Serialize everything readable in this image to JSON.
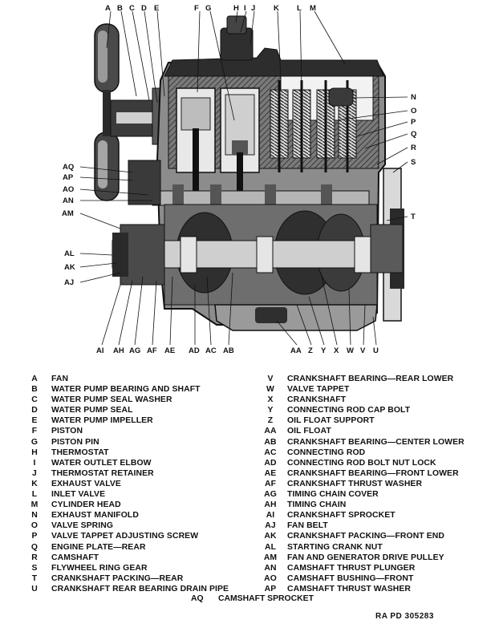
{
  "callouts": {
    "top": [
      "A",
      "B",
      "C",
      "D",
      "E",
      "F",
      "G",
      "H",
      "I",
      "J",
      "K",
      "L",
      "M"
    ],
    "right": [
      "N",
      "O",
      "P",
      "Q",
      "R",
      "S",
      "T"
    ],
    "left": [
      "AQ",
      "AP",
      "AO",
      "AN",
      "AM",
      "AL",
      "AK",
      "AJ"
    ],
    "bottom_left": [
      "AI",
      "AH",
      "AG",
      "AF",
      "AE"
    ],
    "bottom_mid": [
      "AD",
      "AC",
      "AB"
    ],
    "bottom_right": [
      "AA",
      "Z",
      "Y",
      "X",
      "W",
      "V",
      "U"
    ]
  },
  "legend": {
    "left": [
      {
        "key": "A",
        "desc": "FAN"
      },
      {
        "key": "B",
        "desc": "WATER PUMP BEARING AND SHAFT"
      },
      {
        "key": "C",
        "desc": "WATER PUMP SEAL WASHER"
      },
      {
        "key": "D",
        "desc": "WATER PUMP SEAL"
      },
      {
        "key": "E",
        "desc": "WATER PUMP IMPELLER"
      },
      {
        "key": "F",
        "desc": "PISTON"
      },
      {
        "key": "G",
        "desc": "PISTON PIN"
      },
      {
        "key": "H",
        "desc": "THERMOSTAT"
      },
      {
        "key": "I",
        "desc": "WATER OUTLET ELBOW"
      },
      {
        "key": "J",
        "desc": "THERMOSTAT RETAINER"
      },
      {
        "key": "K",
        "desc": "EXHAUST VALVE"
      },
      {
        "key": "L",
        "desc": "INLET VALVE"
      },
      {
        "key": "M",
        "desc": "CYLINDER HEAD"
      },
      {
        "key": "N",
        "desc": "EXHAUST MANIFOLD"
      },
      {
        "key": "O",
        "desc": "VALVE SPRING"
      },
      {
        "key": "P",
        "desc": "VALVE TAPPET ADJUSTING SCREW"
      },
      {
        "key": "Q",
        "desc": "ENGINE PLATE—REAR"
      },
      {
        "key": "R",
        "desc": "CAMSHAFT"
      },
      {
        "key": "S",
        "desc": "FLYWHEEL RING GEAR"
      },
      {
        "key": "T",
        "desc": "CRANKSHAFT PACKING—REAR"
      },
      {
        "key": "U",
        "desc": "CRANKSHAFT REAR BEARING DRAIN PIPE"
      }
    ],
    "right": [
      {
        "key": "V",
        "desc": "CRANKSHAFT BEARING—REAR LOWER"
      },
      {
        "key": "W",
        "desc": "VALVE TAPPET"
      },
      {
        "key": "X",
        "desc": "CRANKSHAFT"
      },
      {
        "key": "Y",
        "desc": "CONNECTING ROD CAP BOLT"
      },
      {
        "key": "Z",
        "desc": "OIL FLOAT SUPPORT"
      },
      {
        "key": "AA",
        "desc": "OIL FLOAT"
      },
      {
        "key": "AB",
        "desc": "CRANKSHAFT BEARING—CENTER LOWER"
      },
      {
        "key": "AC",
        "desc": "CONNECTING ROD"
      },
      {
        "key": "AD",
        "desc": "CONNECTING ROD BOLT NUT LOCK"
      },
      {
        "key": "AE",
        "desc": "CRANKSHAFT BEARING—FRONT LOWER"
      },
      {
        "key": "AF",
        "desc": "CRANKSHAFT THRUST WASHER"
      },
      {
        "key": "AG",
        "desc": "TIMING CHAIN COVER"
      },
      {
        "key": "AH",
        "desc": "TIMING CHAIN"
      },
      {
        "key": "AI",
        "desc": "CRANKSHAFT SPROCKET"
      },
      {
        "key": "AJ",
        "desc": "FAN BELT"
      },
      {
        "key": "AK",
        "desc": "CRANKSHAFT PACKING—FRONT END"
      },
      {
        "key": "AL",
        "desc": "STARTING CRANK NUT"
      },
      {
        "key": "AM",
        "desc": "FAN AND GENERATOR DRIVE PULLEY"
      },
      {
        "key": "AN",
        "desc": "CAMSHAFT THRUST PLUNGER"
      },
      {
        "key": "AO",
        "desc": "CAMSHAFT BUSHING—FRONT"
      },
      {
        "key": "AP",
        "desc": "CAMSHAFT THRUST WASHER"
      }
    ],
    "last": {
      "key": "AQ",
      "desc": "CAMSHAFT SPROCKET"
    }
  },
  "plate_number": "RA PD 305283"
}
